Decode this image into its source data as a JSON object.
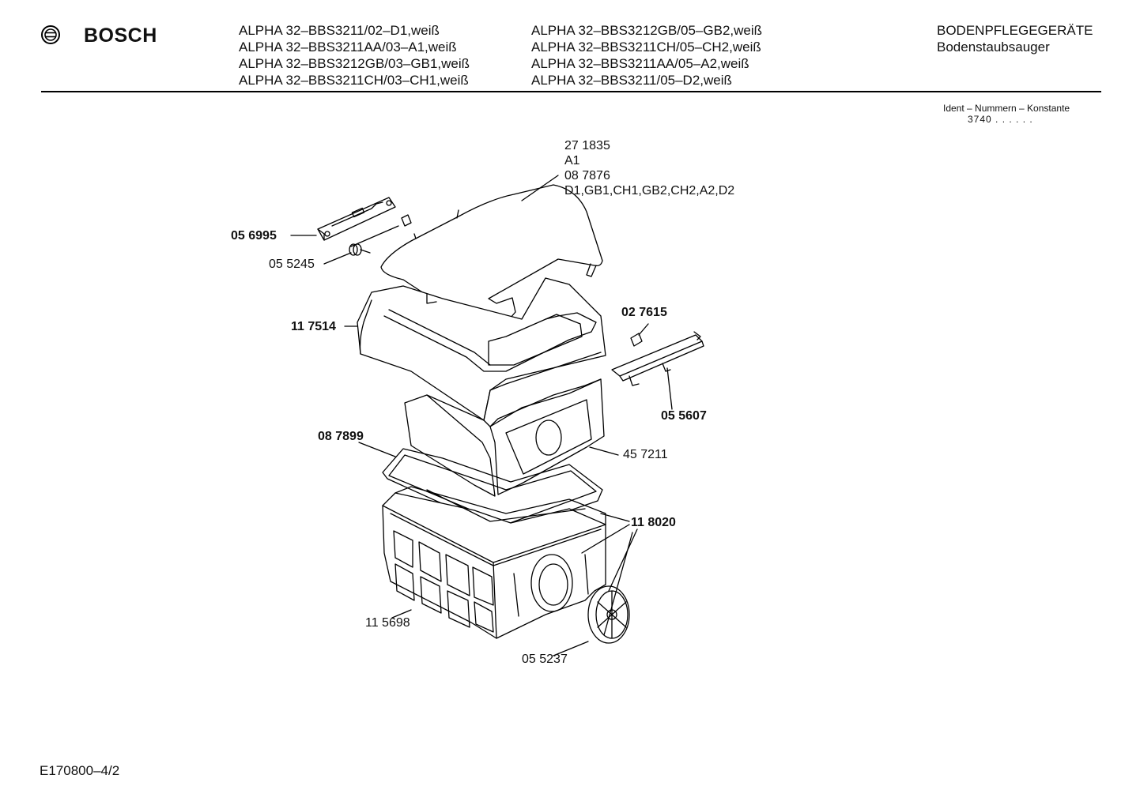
{
  "brand": {
    "name": "BOSCH"
  },
  "models": {
    "col1": [
      "ALPHA 32–BBS3211/02–D1,weiß",
      "ALPHA 32–BBS3211AA/03–A1,weiß",
      "ALPHA 32–BBS3212GB/03–GB1,weiß",
      "ALPHA 32–BBS3211CH/03–CH1,weiß"
    ],
    "col2": [
      "ALPHA 32–BBS3212GB/05–GB2,weiß",
      "ALPHA 32–BBS3211CH/05–CH2,weiß",
      "ALPHA 32–BBS3211AA/05–A2,weiß",
      "ALPHA 32–BBS3211/05–D2,weiß"
    ]
  },
  "category": {
    "title": "BODENPFLEGEGERÄTE",
    "subtitle": "Bodenstaubsauger"
  },
  "ident": {
    "label": "Ident – Nummern – Konstante",
    "code": "3740  . .   . . . ."
  },
  "parts": {
    "lid_ref_1": "27 1835",
    "lid_ref_variant_1": "A1",
    "lid_ref_2": "08 7876",
    "lid_ref_variants_2": "D1,GB1,CH1,GB2,CH2,A2,D2",
    "hinge": "05 6995",
    "spring": "05 5245",
    "top_frame": "11 7514",
    "clip": "02 7615",
    "filter_holder": "05 5607",
    "gasket": "08 7899",
    "filter_bag": "45 7211",
    "wheel_axle": "11 8020",
    "housing": "11 5698",
    "wheel": "05 5237"
  },
  "footer": {
    "doc_id": "E170800–4/2"
  }
}
